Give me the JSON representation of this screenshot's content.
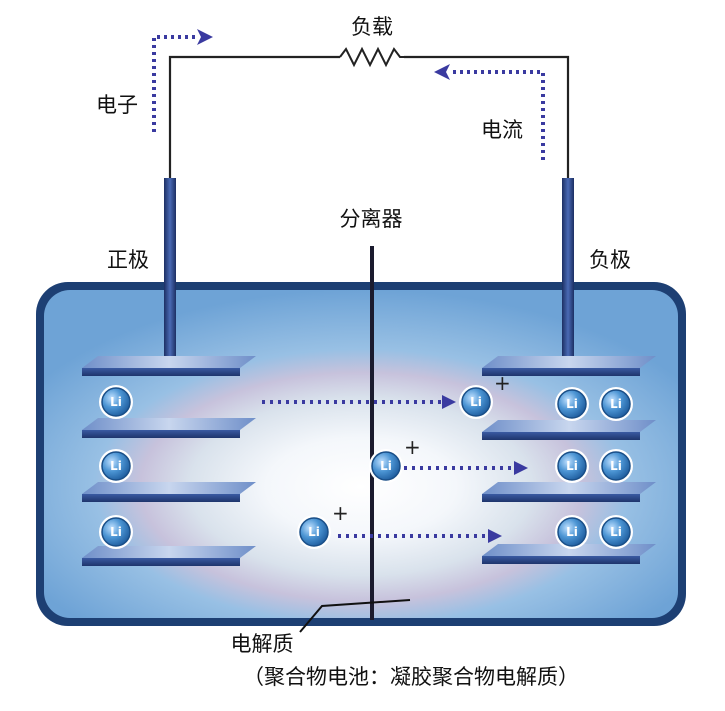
{
  "labels": {
    "load": "负载",
    "electron": "电子",
    "current": "电流",
    "separator": "分离器",
    "positive": "正极",
    "negative": "负极",
    "electrolyte": "电解质",
    "note": "（聚合物电池：凝胶聚合物电解质）"
  },
  "ion": {
    "symbol": "Li",
    "charge": "+"
  },
  "colors": {
    "casing_outer": "#1d3f73",
    "casing_fill": "#6fa3d8",
    "electrode": "#2c4b8f",
    "plate": "#3b5ea8",
    "ion_fill": "#3d86c8",
    "arrow": "#3a3aa0",
    "wire": "#222222"
  }
}
